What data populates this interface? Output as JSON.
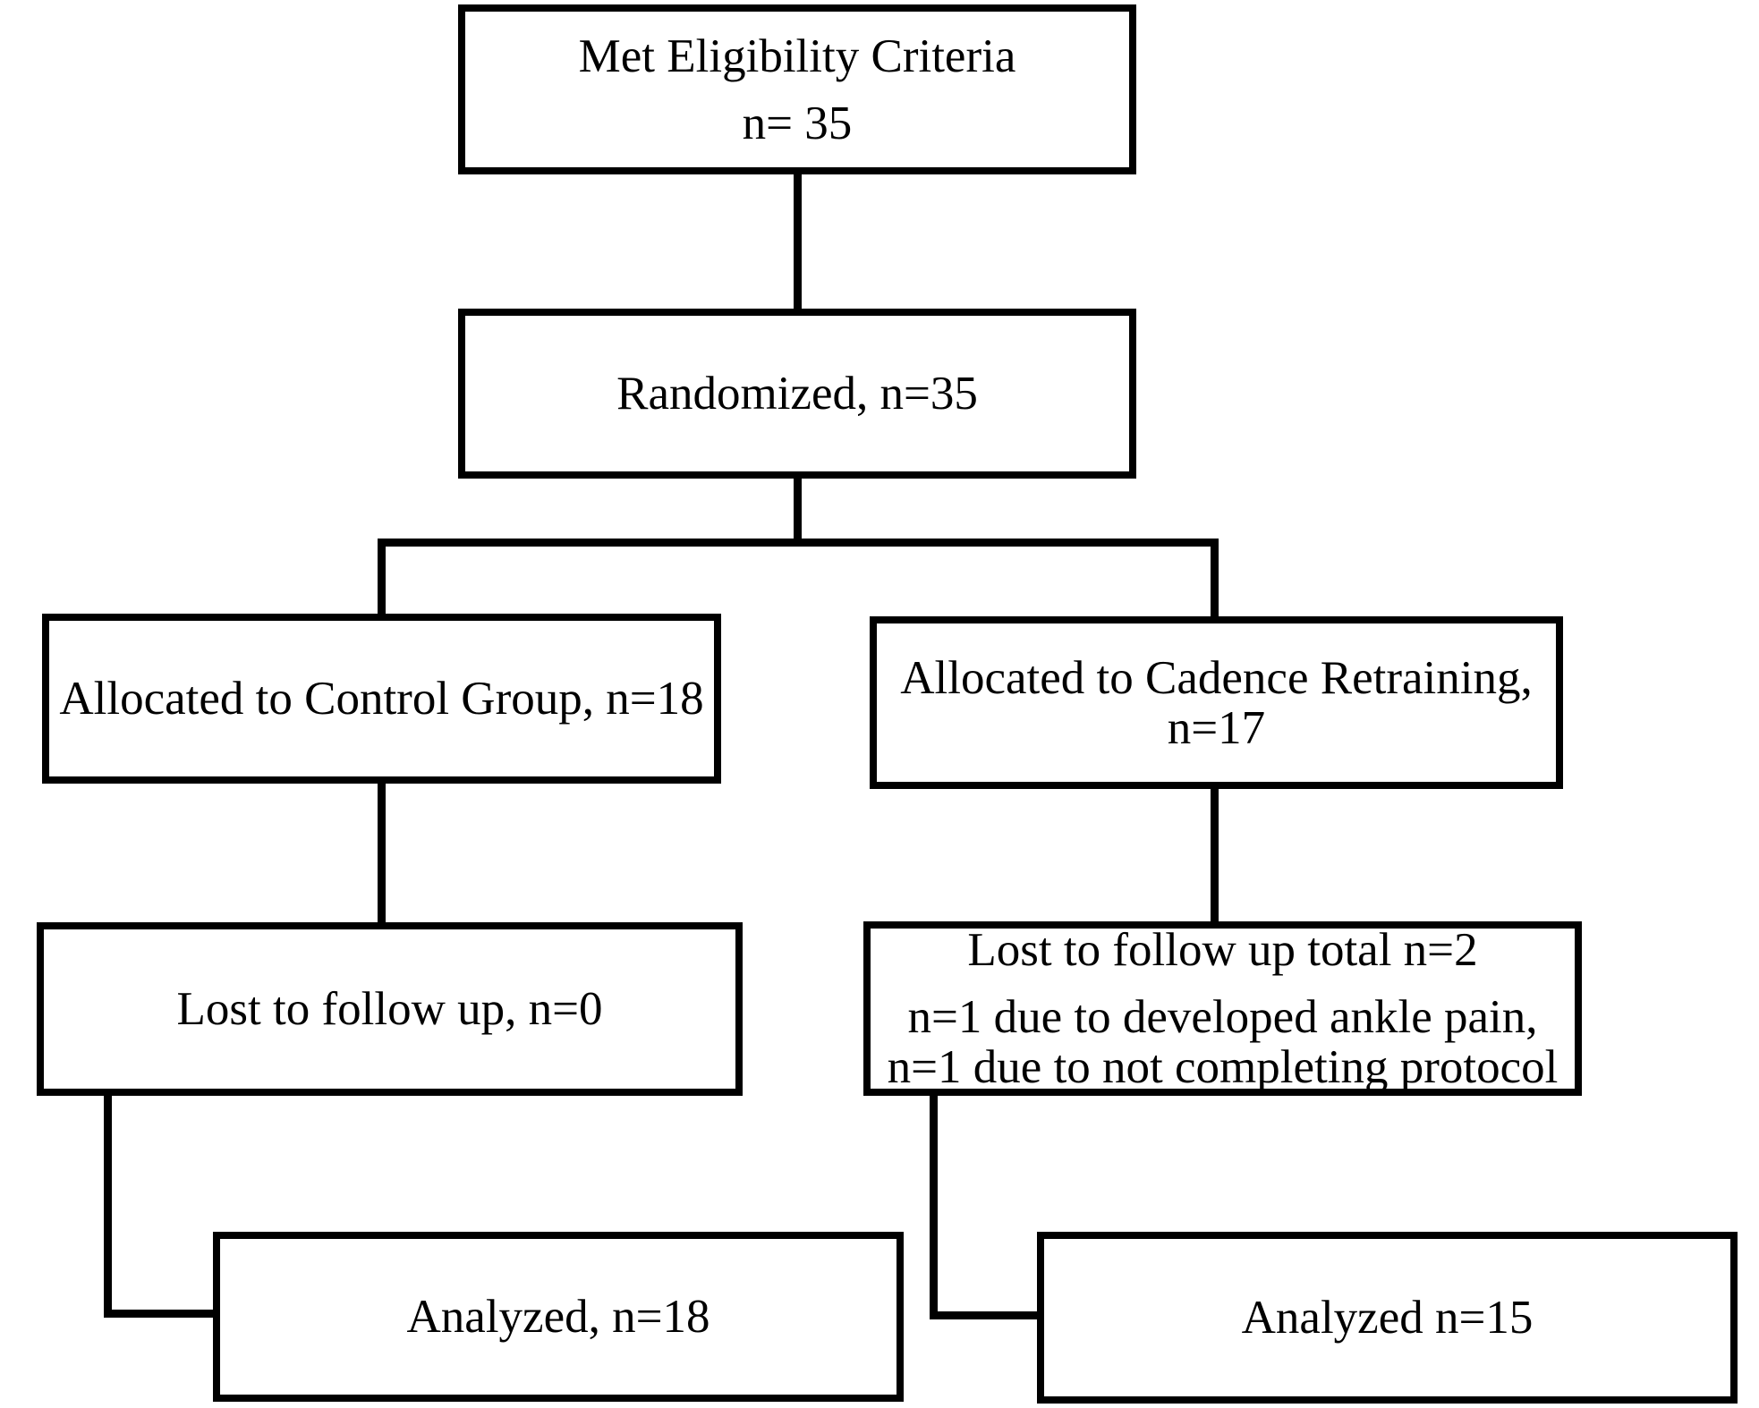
{
  "meta": {
    "type": "flowchart"
  },
  "colors": {
    "line": "#000000",
    "box_fill": "#ffffff",
    "background": "#ffffff",
    "text": "#000000"
  },
  "flowchart": {
    "nodes": {
      "eligibility": {
        "lines": [
          "Met Eligibility Criteria",
          "n= 35"
        ]
      },
      "randomized": {
        "lines": [
          "Randomized, n=35"
        ]
      },
      "alloc_control": {
        "lines": [
          "Allocated to Control Group, n=18"
        ]
      },
      "alloc_cadence": {
        "lines": [
          "Allocated to Cadence Retraining,",
          "n=17"
        ]
      },
      "lost_control": {
        "lines": [
          "Lost to follow up, n=0"
        ]
      },
      "lost_cadence": {
        "lines": [
          "Lost to follow up total n=2",
          "n=1 due to developed ankle pain,",
          "n=1 due to not completing protocol"
        ]
      },
      "analyzed_control": {
        "lines": [
          "Analyzed, n=18"
        ]
      },
      "analyzed_cadence": {
        "lines": [
          "Analyzed n=15"
        ]
      }
    },
    "edges": [
      "eligibility -> randomized",
      "randomized -> alloc_control",
      "randomized -> alloc_cadence",
      "alloc_control -> lost_control",
      "alloc_cadence -> lost_cadence",
      "lost_control -> analyzed_control",
      "lost_cadence -> analyzed_cadence"
    ]
  }
}
